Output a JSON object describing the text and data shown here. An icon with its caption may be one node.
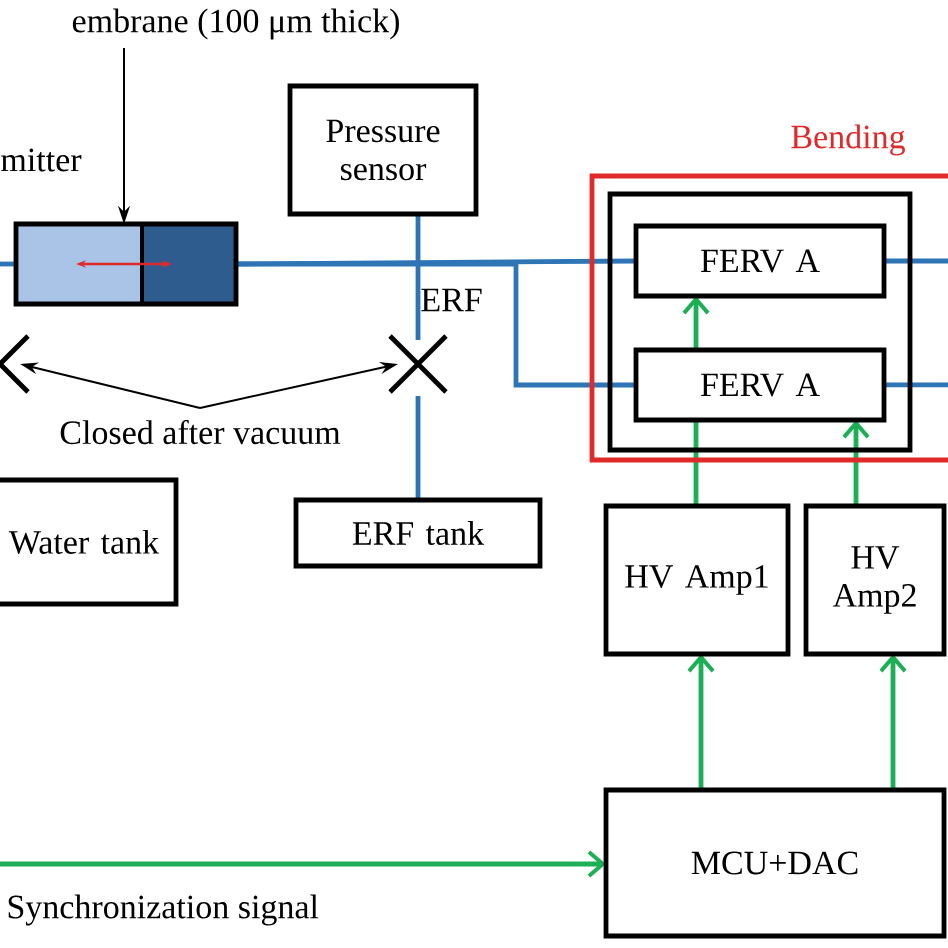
{
  "diagram": {
    "nodes": [
      {
        "text": [
          "embrane (100 μm thick)"
        ]
      },
      {
        "text": [],
        "shape": "box"
      },
      {
        "text": [
          "Pressure sensor"
        ]
      },
      {
        "text": [
          "Bending"
        ]
      },
      {
        "text": [],
        "shape": "box",
        "in": 3
      },
      {
        "text": [
          "FERV A"
        ],
        "in": 4
      },
      {
        "text": [
          "FERV A"
        ],
        "in": 4
      },
      {
        "text": [],
        "shape": "cross"
      },
      {
        "text": [],
        "shape": "cross"
      },
      {
        "text": [
          "Closed after vacuum"
        ]
      },
      {
        "text": [
          "Water tank"
        ]
      },
      {
        "text": [
          "ERF tank"
        ]
      },
      {
        "text": [
          "HV Amp1"
        ]
      },
      {
        "text": [
          "HV Amp2"
        ]
      },
      {
        "text": [
          "MCU+DAC"
        ]
      }
    ],
    "edges": [
      {
        "from": 0,
        "to": 1,
        "arrow": "to",
        "color": "#000000"
      },
      {
        "from": 9,
        "to": 7,
        "arrow": "to",
        "color": "#000000"
      },
      {
        "from": 9,
        "to": 8,
        "arrow": "to",
        "color": "#000000"
      },
      {
        "from": null,
        "to": 1,
        "arrow": "none",
        "color": "#2e75b6"
      },
      {
        "from": 1,
        "to": 5,
        "arrow": "none",
        "color": "#2e75b6"
      },
      {
        "from": 1,
        "to": 6,
        "arrow": "none",
        "color": "#2e75b6"
      },
      {
        "from": 5,
        "to": null,
        "arrow": "none",
        "color": "#2e75b6"
      },
      {
        "from": 6,
        "to": null,
        "arrow": "none",
        "color": "#2e75b6"
      },
      {
        "from": 2,
        "to": 8,
        "arrow": "none",
        "color": "#2e75b6"
      },
      {
        "from": 8,
        "to": 11,
        "arrow": "none",
        "color": "#2e75b6"
      },
      {
        "from": 12,
        "to": 6,
        "arrow": "none",
        "color": "#1daf55"
      },
      {
        "from": 6,
        "to": 5,
        "arrow": "to",
        "color": "#1daf55"
      },
      {
        "from": 13,
        "to": 6,
        "arrow": "to",
        "color": "#1daf55"
      },
      {
        "from": 14,
        "to": 12,
        "arrow": "to",
        "color": "#1daf55"
      },
      {
        "from": 14,
        "to": 13,
        "arrow": "to",
        "color": "#1daf55"
      },
      {
        "from": null,
        "to": 14,
        "arrow": "to",
        "color": "#1daf55",
        "label": "Synchronization signal"
      }
    ],
    "labels": [
      "mitter",
      "ERF"
    ]
  }
}
